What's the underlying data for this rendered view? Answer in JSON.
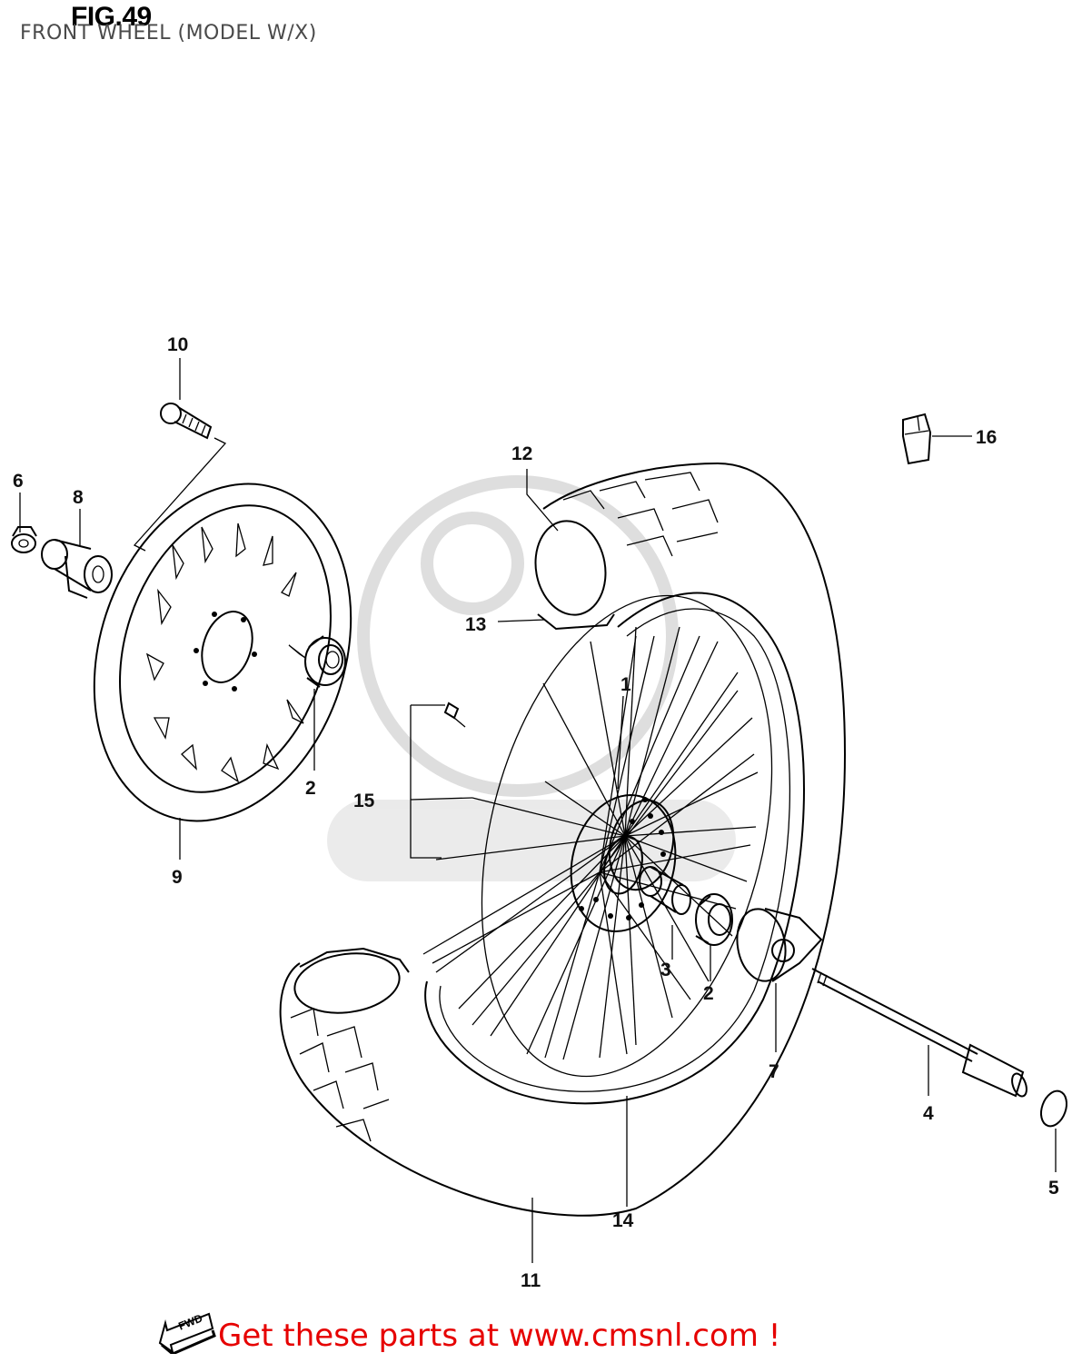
{
  "header": {
    "title": "FIG.49",
    "subtitle": "FRONT WHEEL (MODEL W/X)"
  },
  "footer": {
    "text": "Get these parts at www.cmsnl.com !",
    "fwd_label": "FWD",
    "text_color": "#e60000"
  },
  "callouts": [
    {
      "id": "1",
      "label": "1"
    },
    {
      "id": "2a",
      "label": "2"
    },
    {
      "id": "2b",
      "label": "2"
    },
    {
      "id": "3",
      "label": "3"
    },
    {
      "id": "4",
      "label": "4"
    },
    {
      "id": "5",
      "label": "5"
    },
    {
      "id": "6",
      "label": "6"
    },
    {
      "id": "7",
      "label": "7"
    },
    {
      "id": "8",
      "label": "8"
    },
    {
      "id": "9",
      "label": "9"
    },
    {
      "id": "10",
      "label": "10"
    },
    {
      "id": "11",
      "label": "11"
    },
    {
      "id": "12",
      "label": "12"
    },
    {
      "id": "13",
      "label": "13"
    },
    {
      "id": "14",
      "label": "14"
    },
    {
      "id": "15",
      "label": "15"
    },
    {
      "id": "16",
      "label": "16"
    }
  ]
}
